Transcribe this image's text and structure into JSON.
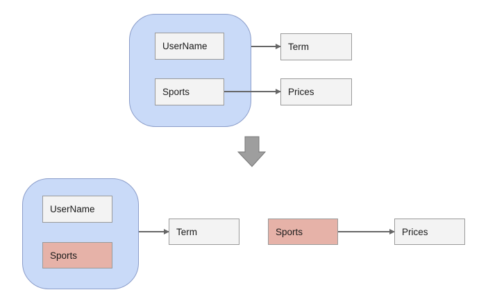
{
  "before": {
    "container_fields": [
      {
        "label": "UserName"
      },
      {
        "label": "Sports"
      }
    ],
    "targets": [
      {
        "label": "Term"
      },
      {
        "label": "Prices"
      }
    ]
  },
  "after": {
    "container_fields": [
      {
        "label": "UserName"
      },
      {
        "label": "Sports",
        "highlighted": true
      }
    ],
    "target": {
      "label": "Term"
    },
    "extracted_field": {
      "label": "Sports",
      "highlighted": true
    },
    "extracted_target": {
      "label": "Prices"
    }
  },
  "icons": {
    "transform_arrow": "down-arrow"
  },
  "colors": {
    "background": "#ffffff",
    "container_fill": "#c9daf8",
    "container_border": "#8a9cc9",
    "box_fill": "#f3f3f3",
    "box_border": "#999999",
    "highlight_fill": "#e6b2a8",
    "arrow_color": "#666666",
    "big_arrow_fill": "#9e9e9e",
    "big_arrow_border": "#757575"
  }
}
